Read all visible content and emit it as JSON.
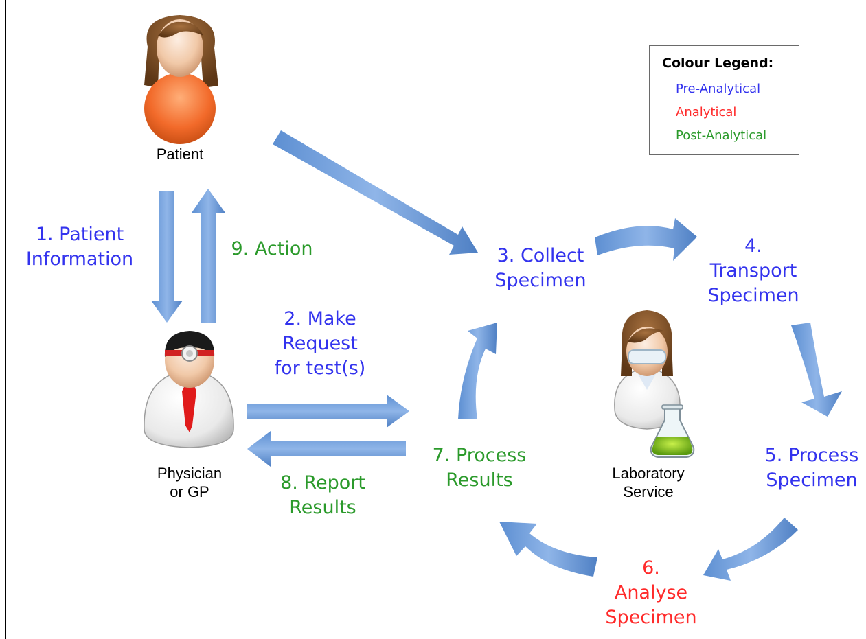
{
  "colors": {
    "pre_analytical": "#3333ee",
    "analytical": "#ff2a2a",
    "post_analytical": "#2b9a2b",
    "arrow": "#6a9ad6"
  },
  "actors": {
    "patient": {
      "label": "Patient",
      "icon": "patient-icon"
    },
    "physician": {
      "label_lines": [
        "Physician",
        "or GP"
      ],
      "icon": "physician-icon"
    },
    "laboratory": {
      "label_lines": [
        "Laboratory",
        "Service"
      ],
      "icon": "lab-technician-icon"
    }
  },
  "steps": {
    "patient_information": {
      "lines": [
        "1. Patient",
        "Information"
      ],
      "phase": "pre_analytical"
    },
    "make_request": {
      "lines": [
        "2. Make",
        "Request",
        "for test(s)"
      ],
      "phase": "pre_analytical"
    },
    "collect_specimen": {
      "lines": [
        "3. Collect",
        "Specimen"
      ],
      "phase": "pre_analytical"
    },
    "transport_specimen": {
      "lines": [
        "4.",
        "Transport",
        "Specimen"
      ],
      "phase": "pre_analytical"
    },
    "process_specimen": {
      "lines": [
        "5. Process",
        "Specimen"
      ],
      "phase": "pre_analytical"
    },
    "analyse_specimen": {
      "lines": [
        "6.",
        "Analyse",
        "Specimen"
      ],
      "phase": "analytical"
    },
    "process_results": {
      "lines": [
        "7. Process",
        "Results"
      ],
      "phase": "post_analytical"
    },
    "report_results": {
      "lines": [
        "8. Report",
        "Results"
      ],
      "phase": "post_analytical"
    },
    "action": {
      "lines": [
        "9. Action"
      ],
      "phase": "post_analytical"
    }
  },
  "legend": {
    "title": "Colour Legend:",
    "items": [
      {
        "label": "Pre-Analytical",
        "phase": "pre_analytical"
      },
      {
        "label": "Analytical",
        "phase": "analytical"
      },
      {
        "label": "Post-Analytical",
        "phase": "post_analytical"
      }
    ]
  }
}
